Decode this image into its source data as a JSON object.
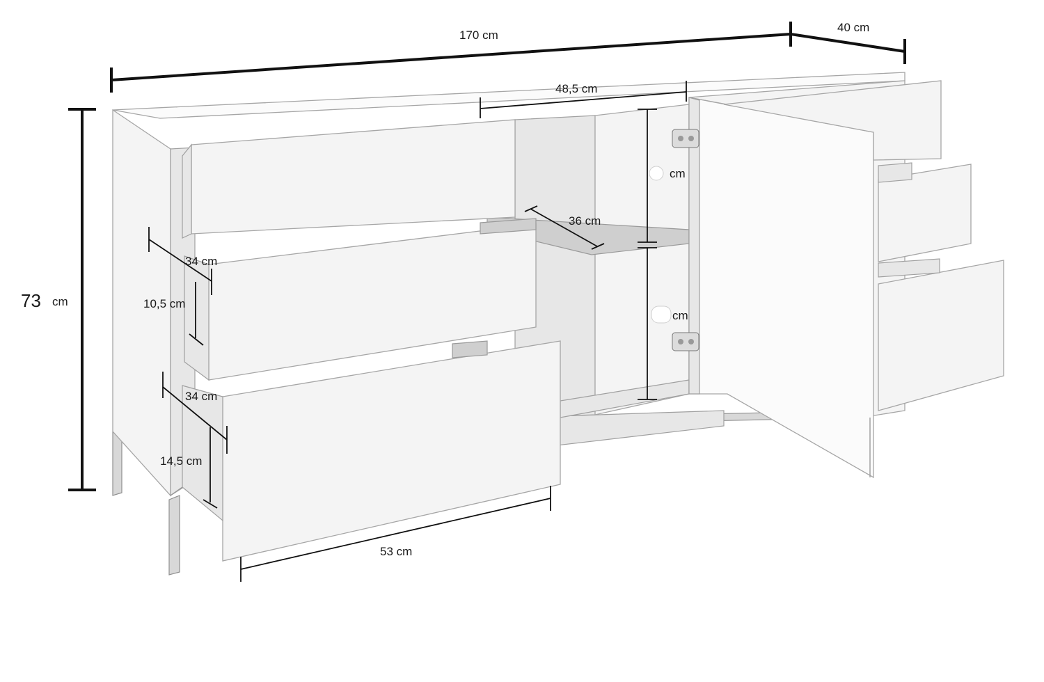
{
  "dimensions": {
    "total_width": "170 cm",
    "depth": "40 cm",
    "height_value": "73",
    "height_unit": "cm",
    "compartment_width": "48,5 cm",
    "shelf_depth": "36 cm",
    "upper_compartment_height": "cm",
    "lower_compartment_height": "cm",
    "drawer_middle_depth": "34 cm",
    "drawer_middle_height": "10,5 cm",
    "drawer_bottom_depth": "34 cm",
    "drawer_bottom_height": "14,5 cm",
    "drawer_bottom_width": "53 cm"
  }
}
